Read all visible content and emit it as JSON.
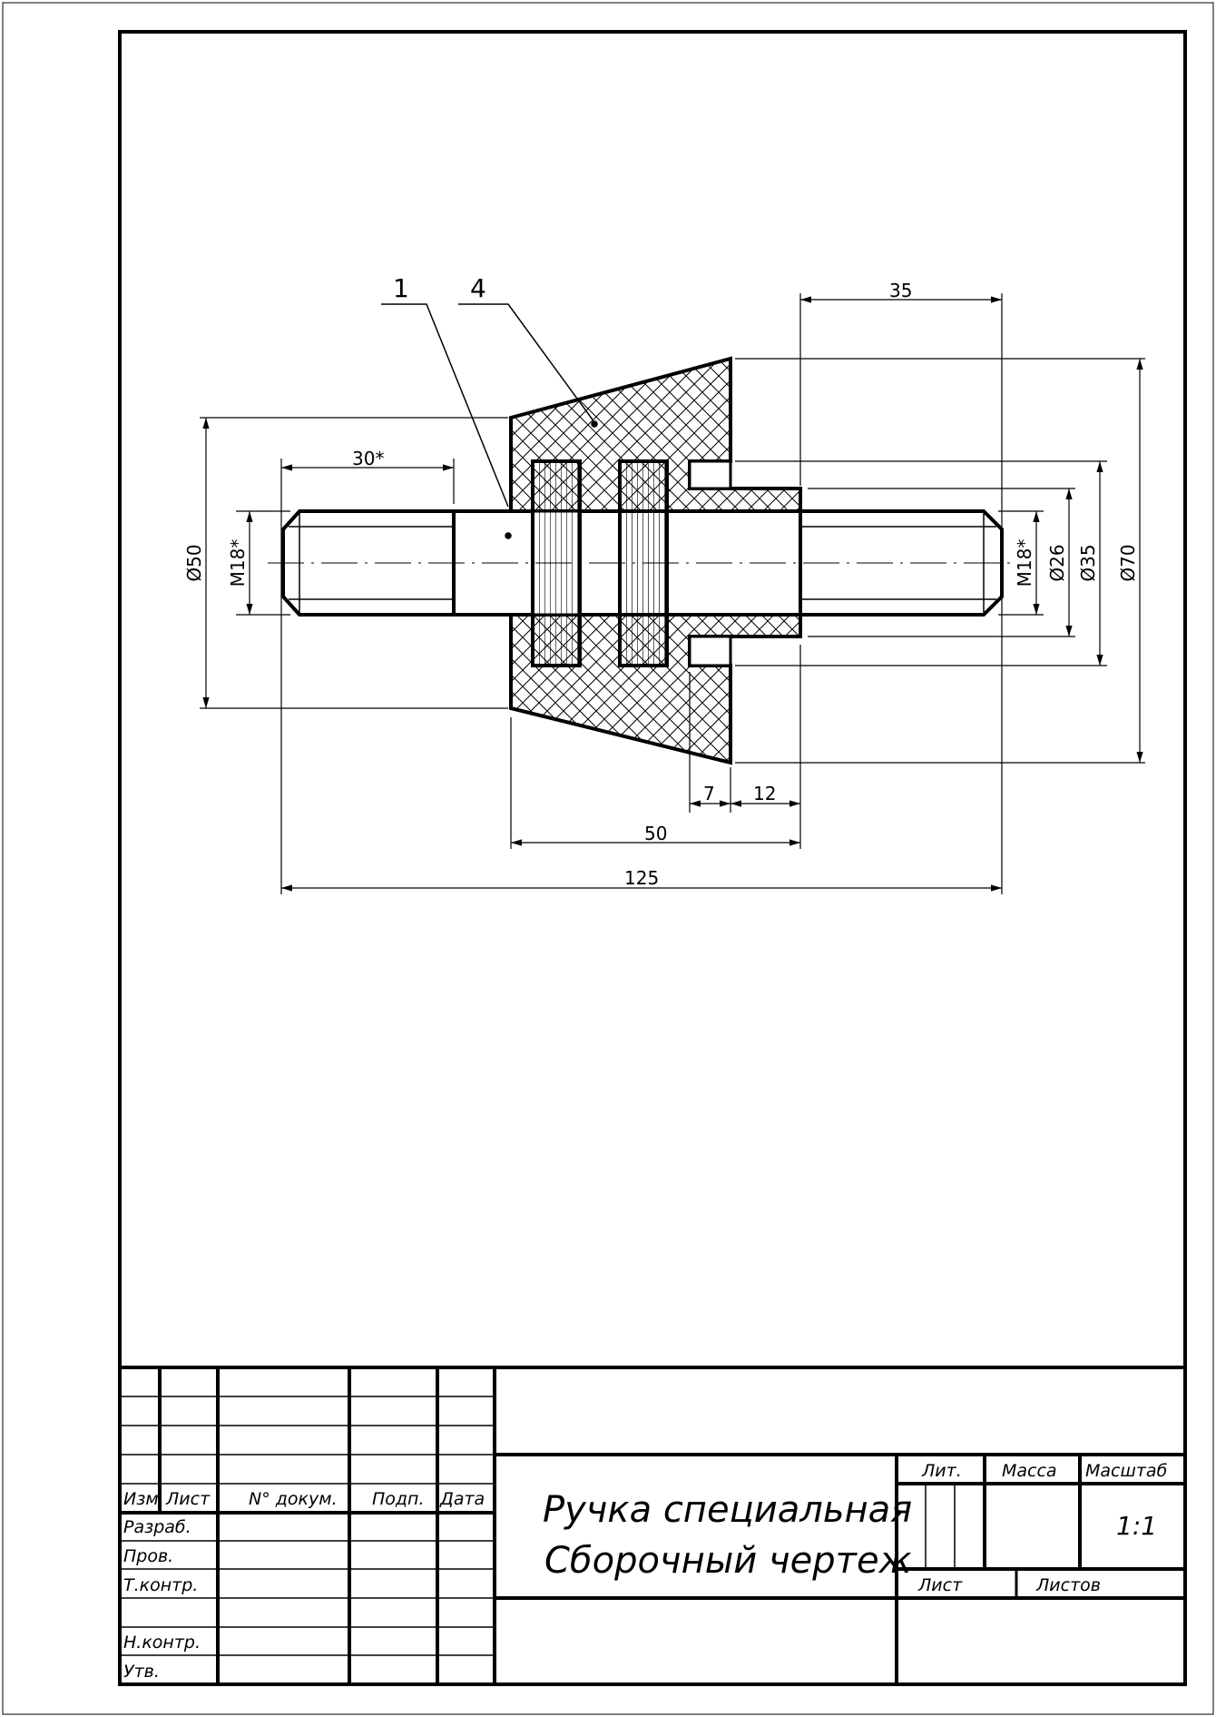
{
  "part_labels": [
    "1",
    "4"
  ],
  "dimensions": {
    "d_shaft_left": "M18*",
    "d_shaft_right": "M18*",
    "d50": "Ø50",
    "d26": "Ø26",
    "d35": "Ø35",
    "d70": "Ø70",
    "len_thread": "30*",
    "len_35": "35",
    "len_7": "7",
    "len_12": "12",
    "len_50": "50",
    "len_125": "125"
  },
  "title_block": {
    "columns": {
      "izm": "Изм",
      "list": "Лист",
      "doc": "N° докум.",
      "sign": "Подп.",
      "date": "Дата"
    },
    "rows": {
      "razrab": "Разраб.",
      "prov": "Пров.",
      "tkontr": "Т.контр.",
      "nkontr": "Н.контр.",
      "utv": "Утв."
    },
    "title_line1": "Ручка специальная",
    "title_line2": "Сборочный чертеж",
    "lit": "Лит.",
    "massa": "Масса",
    "masshtab": "Масштаб",
    "scale_value": "1:1",
    "sheet": "Лист",
    "sheets": "Листов"
  }
}
